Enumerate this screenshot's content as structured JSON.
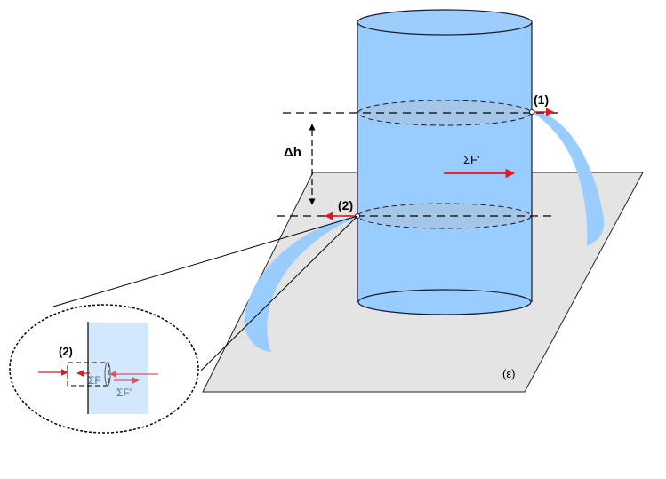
{
  "diagram": {
    "title": "Fluid column with two outlet points at height difference",
    "labels": {
      "point1": "(1)",
      "point2": "(2)",
      "delta_h": "Δh",
      "sum_f_prime_main": "ΣF'",
      "plane": "(ε)",
      "inset_point2": "(2)",
      "inset_sum_f": "ΣF",
      "inset_sum_f_prime": "ΣF'"
    },
    "colors": {
      "water": "#99ccff",
      "water_light": "#d3e8fd",
      "plane": "#e4e4e4",
      "force_arrow": "#e8141e",
      "inset_arrow": "#d9536b",
      "outline": "#1a1a2e"
    }
  }
}
